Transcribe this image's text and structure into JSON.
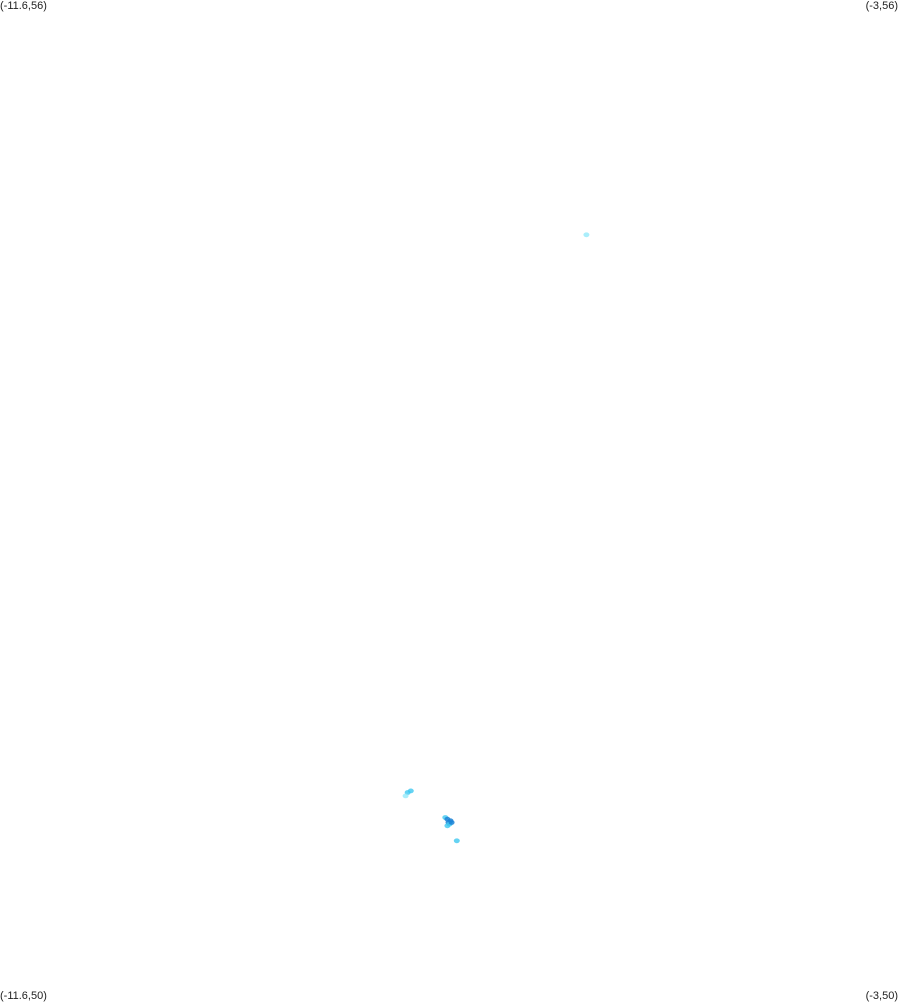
{
  "map": {
    "corner_labels": {
      "top_left": "(-11.6,56)",
      "top_right": "(-3,56)",
      "bottom_left": "(-11.6,50)",
      "bottom_right": "(-3,50)"
    },
    "bounds": {
      "lon_min": -11.6,
      "lon_max": -3,
      "lat_min": 50,
      "lat_max": 56
    },
    "colors": {
      "background": "#ffffff",
      "light": "#8ee8fa",
      "mid": "#3fc8f0",
      "dark": "#1a82d6"
    },
    "points": [
      {
        "lon": -5.99,
        "lat": 54.59,
        "intensity": "light"
      },
      {
        "lon": -7.7,
        "lat": 51.24,
        "intensity": "mid"
      },
      {
        "lon": -7.67,
        "lat": 51.25,
        "intensity": "mid"
      },
      {
        "lon": -7.72,
        "lat": 51.22,
        "intensity": "light"
      },
      {
        "lon": -7.34,
        "lat": 51.09,
        "intensity": "mid"
      },
      {
        "lon": -7.32,
        "lat": 51.08,
        "intensity": "dark"
      },
      {
        "lon": -7.31,
        "lat": 51.06,
        "intensity": "dark"
      },
      {
        "lon": -7.29,
        "lat": 51.07,
        "intensity": "dark"
      },
      {
        "lon": -7.3,
        "lat": 51.05,
        "intensity": "mid"
      },
      {
        "lon": -7.28,
        "lat": 51.06,
        "intensity": "dark"
      },
      {
        "lon": -7.32,
        "lat": 51.04,
        "intensity": "mid"
      },
      {
        "lon": -7.23,
        "lat": 50.95,
        "intensity": "mid"
      }
    ]
  }
}
